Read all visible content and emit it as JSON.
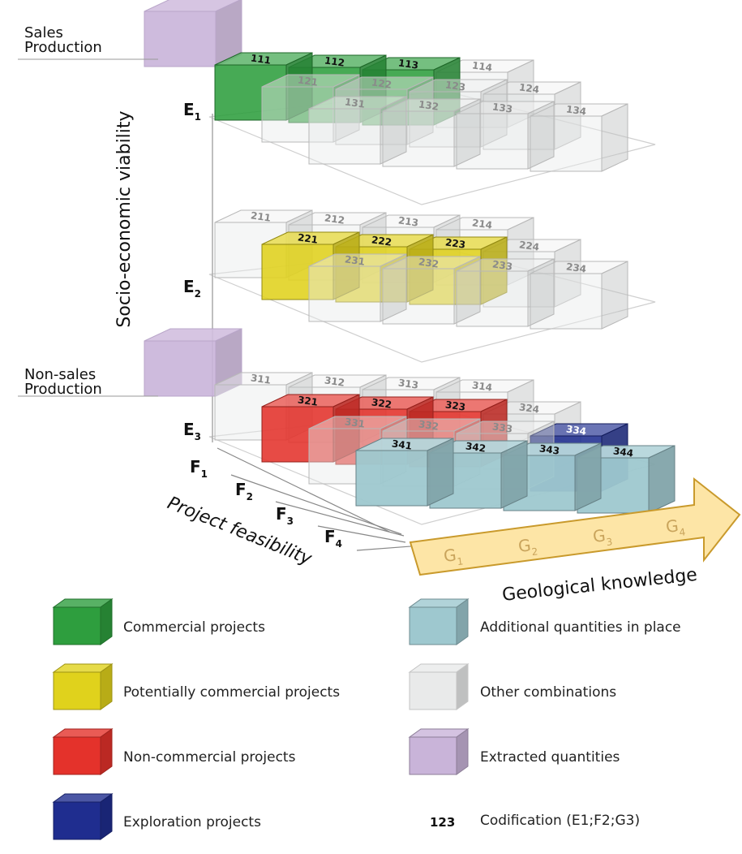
{
  "axes": {
    "vertical_title": "Socio-economic viability",
    "feasibility_title": "Project feasibility",
    "knowledge_title": "Geological knowledge",
    "e_levels": [
      {
        "letter": "E",
        "sub": "1"
      },
      {
        "letter": "E",
        "sub": "2"
      },
      {
        "letter": "E",
        "sub": "3"
      }
    ],
    "f_levels": [
      {
        "letter": "F",
        "sub": "1"
      },
      {
        "letter": "F",
        "sub": "2"
      },
      {
        "letter": "F",
        "sub": "3"
      },
      {
        "letter": "F",
        "sub": "4"
      }
    ],
    "g_levels": [
      {
        "letter": "G",
        "sub": "1"
      },
      {
        "letter": "G",
        "sub": "2"
      },
      {
        "letter": "G",
        "sub": "3"
      },
      {
        "letter": "G",
        "sub": "4"
      }
    ]
  },
  "side_labels": {
    "sales": [
      "Sales",
      "Production"
    ],
    "nonsales": [
      "Non-sales",
      "Production"
    ]
  },
  "categories": {
    "commercial": {
      "label": "Commercial projects",
      "color": "#2e9e3e",
      "codes": [
        "111",
        "112",
        "113"
      ]
    },
    "potential": {
      "label": "Potentially commercial projects",
      "color": "#e0d21c",
      "codes": [
        "221",
        "222",
        "223"
      ]
    },
    "noncommercial": {
      "label": "Non-commercial projects",
      "color": "#e4322b",
      "codes": [
        "321",
        "322",
        "323"
      ]
    },
    "exploration": {
      "label": "Exploration projects",
      "color": "#1f2d8f",
      "codes": [
        "334"
      ]
    },
    "additional": {
      "label": "Additional quantities in place",
      "color": "#9ec8cf",
      "codes": [
        "341",
        "342",
        "343",
        "344"
      ]
    },
    "other": {
      "label": "Other combinations",
      "color": "#e9eaea",
      "codes": [
        "114",
        "121",
        "122",
        "123",
        "124",
        "131",
        "132",
        "133",
        "134",
        "211",
        "212",
        "213",
        "214",
        "224",
        "231",
        "232",
        "233",
        "234",
        "311",
        "312",
        "313",
        "314",
        "324",
        "331",
        "332",
        "333"
      ]
    },
    "extracted": {
      "label": "Extracted quantities",
      "color": "#c9b4d9",
      "codes": []
    }
  },
  "legend": {
    "left": [
      "commercial",
      "potential",
      "noncommercial",
      "exploration"
    ],
    "right": [
      "additional",
      "other",
      "extracted"
    ],
    "codification_sample": "123",
    "codification_label": "Codification (E1;F2;G3)"
  }
}
